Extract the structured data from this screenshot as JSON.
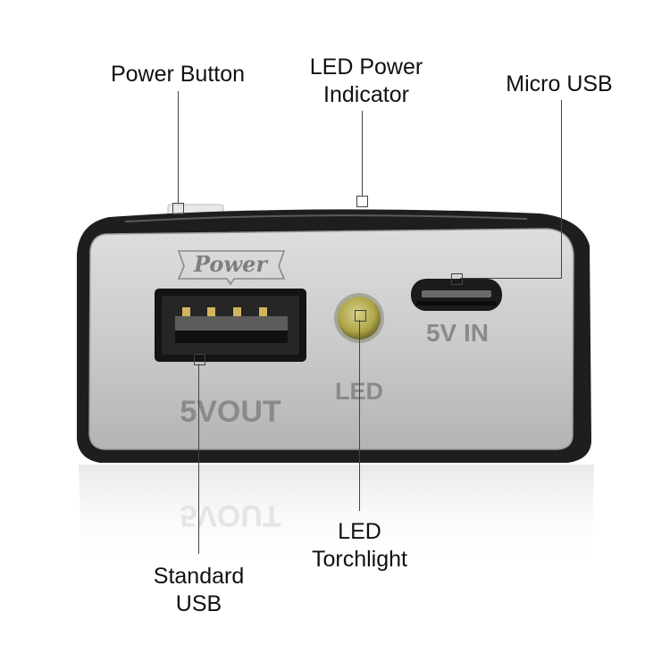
{
  "callouts": {
    "power_button": "Power Button",
    "led_power_indicator": [
      "LED Power",
      "Indicator"
    ],
    "micro_usb": "Micro USB",
    "led_torchlight": [
      "LED",
      "Torchlight"
    ],
    "standard_usb": [
      "Standard",
      "USB"
    ]
  },
  "device": {
    "brand": "Power",
    "usb_out_label": "5VOUT",
    "usb_in_label": "5V IN",
    "led_label": "LED",
    "reflection_text": "5VOUT"
  },
  "colors": {
    "casing": "#1e1e1e",
    "faceplate": "#c4c4c4",
    "label_gray": "#8a8a8a",
    "led_lens": "#b9b25a",
    "leader": "#444444"
  }
}
